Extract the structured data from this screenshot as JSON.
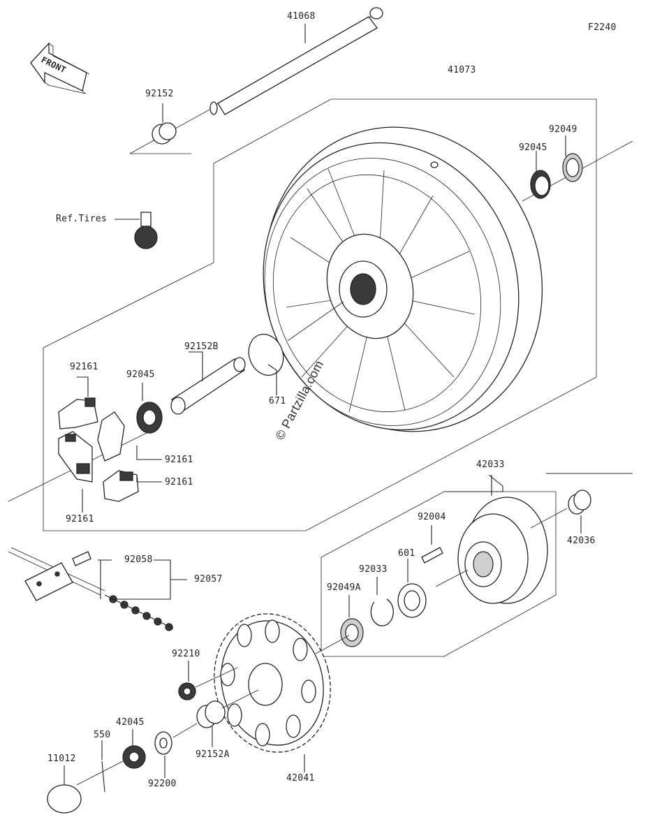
{
  "diagram_code": "F2240",
  "front_label": "FRONT",
  "watermark": "© Partzilla.com",
  "ref_label": "Ref.Tires",
  "parts": {
    "axle": "41068",
    "wheel": "41073",
    "collar_left": "92152",
    "oil_seal_right": "92049",
    "bearing_right": "92045",
    "collar_center": "92152B",
    "bearing_left": "92045",
    "o_ring": "671",
    "damper_1": "92161",
    "damper_2": "92161",
    "damper_3": "92161",
    "damper_4": "92161",
    "coupling": "42033",
    "collar_coupling": "42036",
    "stud": "92004",
    "circlip": "92033",
    "bearing_coupling": "601",
    "oil_seal_coupling": "92049A",
    "chain_link": "92058",
    "chain": "92057",
    "sprocket_nut": "92210",
    "sprocket": "42041",
    "collar_sprocket": "92152A",
    "washer": "92200",
    "axle_nut": "42045",
    "cotter_pin": "550",
    "cap": "11012"
  }
}
